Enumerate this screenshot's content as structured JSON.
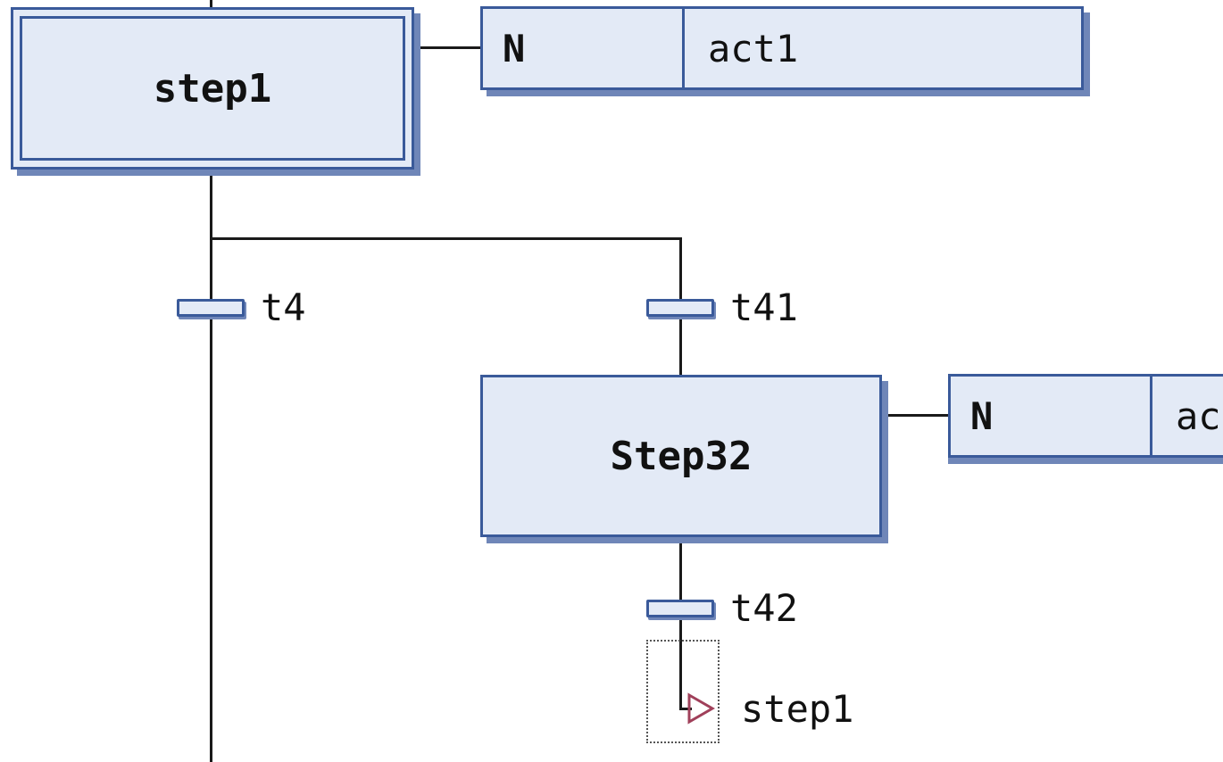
{
  "steps": {
    "step1": {
      "name": "step1",
      "initial": true
    },
    "step32": {
      "name": "Step32",
      "initial": false
    }
  },
  "actions": {
    "a1": {
      "qualifier": "N",
      "name": "act1"
    },
    "a2": {
      "qualifier": "N",
      "name": "ac"
    }
  },
  "transitions": {
    "t4": {
      "name": "t4"
    },
    "t41": {
      "name": "t41"
    },
    "t42": {
      "name": "t42"
    }
  },
  "jump": {
    "target": "step1",
    "icon": "jump-arrow-icon",
    "color": "#a0405a"
  },
  "colors": {
    "fill": "#e3eaf6",
    "border": "#3a5a9a",
    "shadow": "#6f86b8",
    "line": "#1a1a1a"
  }
}
